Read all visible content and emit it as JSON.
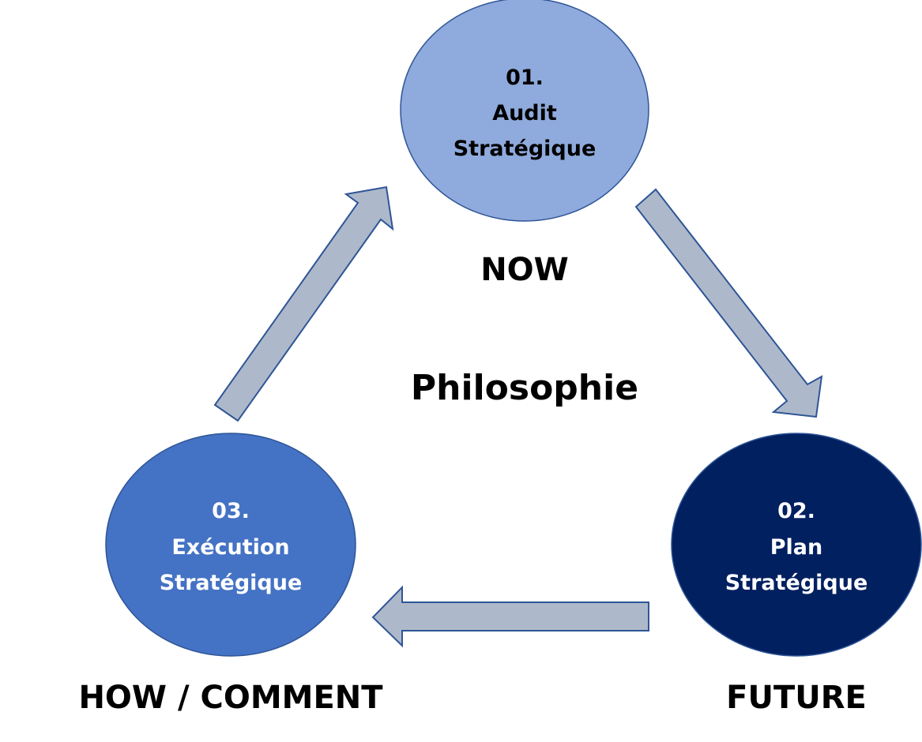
{
  "center_label": "Philosophie",
  "steps": [
    {
      "number": "01.",
      "line1": "Audit",
      "line2": "Stratégique",
      "caption": "NOW",
      "color": "#8faadc",
      "text_color": "#000000"
    },
    {
      "number": "02.",
      "line1": "Plan",
      "line2": "Stratégique",
      "caption": "FUTURE",
      "color": "#002060",
      "text_color": "#ffffff"
    },
    {
      "number": "03.",
      "line1": "Exécution",
      "line2": "Stratégique",
      "caption": "HOW / COMMENT",
      "color": "#4472c4",
      "text_color": "#ffffff"
    }
  ],
  "arrow_color": "#adb9ca",
  "arrow_stroke": "#2f5597"
}
